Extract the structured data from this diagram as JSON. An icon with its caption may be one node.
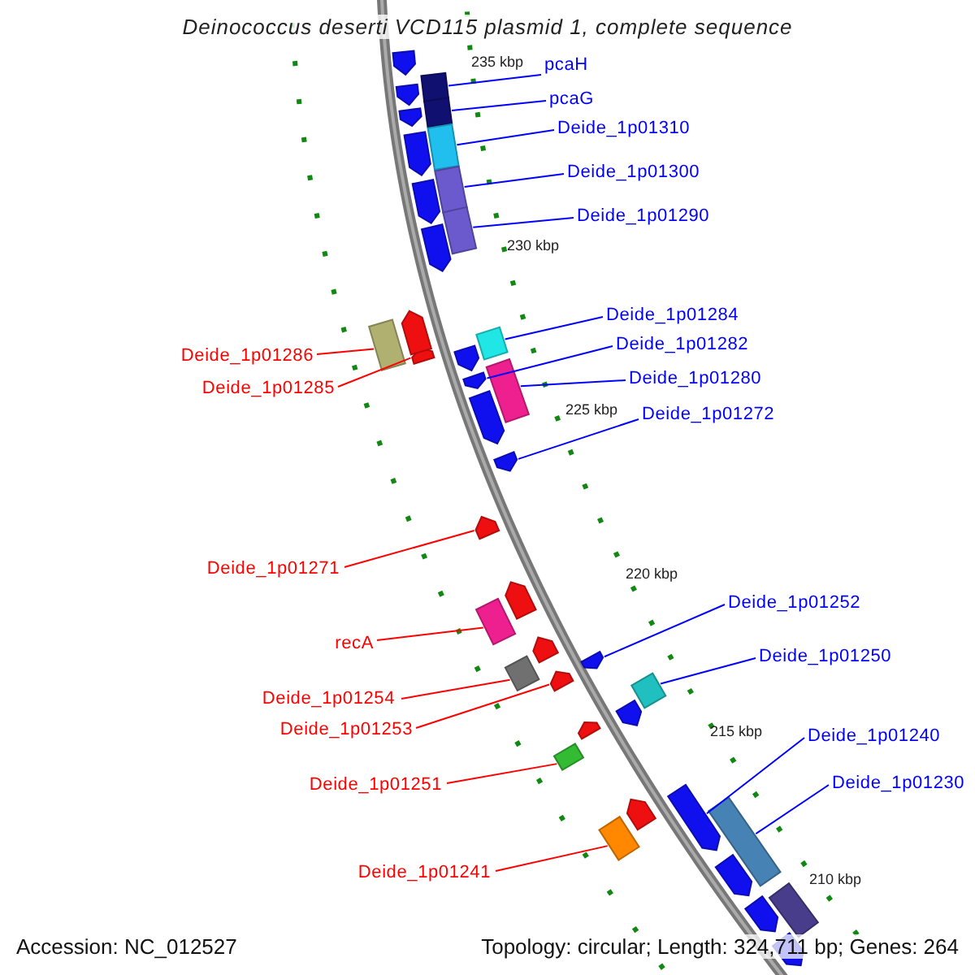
{
  "diagram": {
    "title": "Deinococcus deserti VCD115 plasmid 1, complete sequence",
    "nodes": [
      {
        "text": [
          "pcaH"
        ]
      },
      {
        "text": [
          "pcaG"
        ]
      },
      {
        "text": [
          "Deide_1p01310"
        ]
      },
      {
        "text": [
          "Deide_1p01300"
        ]
      },
      {
        "text": [
          "Deide_1p01290"
        ]
      },
      {
        "text": [
          "Deide_1p01284"
        ]
      },
      {
        "text": [
          "Deide_1p01282"
        ]
      },
      {
        "text": [
          "Deide_1p01286"
        ]
      },
      {
        "text": [
          "Deide_1p01280"
        ]
      },
      {
        "text": [
          "Deide_1p01285"
        ]
      },
      {
        "text": [
          "Deide_1p01272"
        ]
      },
      {
        "text": [
          "Deide_1p01271"
        ]
      },
      {
        "text": [
          "Deide_1p01252"
        ]
      },
      {
        "text": [
          "recA"
        ]
      },
      {
        "text": [
          "Deide_1p01250"
        ]
      },
      {
        "text": [
          "Deide_1p01254"
        ]
      },
      {
        "text": [
          "Deide_1p01253"
        ]
      },
      {
        "text": [
          "Deide_1p01240"
        ]
      },
      {
        "text": [
          "Deide_1p01251"
        ]
      },
      {
        "text": [
          "Deide_1p01230"
        ]
      },
      {
        "text": [
          "Deide_1p01241"
        ]
      },
      {
        "text": [],
        "shape": "box"
      },
      {
        "text": [],
        "shape": "box"
      },
      {
        "text": [],
        "shape": "box"
      },
      {
        "text": [],
        "shape": "box"
      },
      {
        "text": [],
        "shape": "box"
      },
      {
        "text": [],
        "shape": "box"
      },
      {
        "text": [],
        "shape": "bar"
      },
      {
        "text": [],
        "shape": "box"
      },
      {
        "text": [],
        "shape": "box"
      },
      {
        "text": [],
        "shape": "bar"
      },
      {
        "text": [],
        "shape": "bar"
      },
      {
        "text": [],
        "shape": "bar"
      },
      {
        "text": [],
        "shape": "bar"
      },
      {
        "text": [],
        "shape": "box"
      },
      {
        "text": [],
        "shape": "box"
      },
      {
        "text": [],
        "shape": "box"
      },
      {
        "text": [],
        "shape": "bar"
      },
      {
        "text": [],
        "shape": "bar"
      },
      {
        "text": [],
        "shape": "box"
      },
      {
        "text": [],
        "shape": "box"
      },
      {
        "text": [],
        "shape": "box"
      },
      {
        "text": [],
        "shape": "bar"
      },
      {
        "text": [],
        "shape": "bar"
      },
      {
        "text": [],
        "shape": "bar"
      },
      {
        "text": [],
        "shape": "bar"
      },
      {
        "text": [],
        "shape": "bar"
      },
      {
        "text": [],
        "shape": "bar"
      },
      {
        "text": [],
        "shape": "bar"
      },
      {
        "text": [],
        "shape": "bar"
      },
      {
        "text": [],
        "shape": "bar"
      },
      {
        "text": [],
        "shape": "bar"
      },
      {
        "text": [],
        "shape": "bar"
      },
      {
        "text": [],
        "shape": "bar"
      },
      {
        "text": [],
        "shape": "bar"
      },
      {
        "text": [],
        "shape": "bar"
      },
      {
        "text": [],
        "shape": "bar"
      },
      {
        "text": [],
        "shape": "bar"
      },
      {
        "text": [],
        "shape": "box"
      },
      {
        "text": [],
        "shape": "bar"
      }
    ],
    "edges": [
      {
        "from": 0,
        "to": 21,
        "arrow": "none"
      },
      {
        "from": 1,
        "to": 22,
        "arrow": "none"
      },
      {
        "from": 2,
        "to": 23,
        "arrow": "none"
      },
      {
        "from": 3,
        "to": 24,
        "arrow": "none"
      },
      {
        "from": 4,
        "to": 25,
        "arrow": "none"
      },
      {
        "from": 5,
        "to": 26,
        "arrow": "none"
      },
      {
        "from": 6,
        "to": 27,
        "arrow": "none"
      },
      {
        "from": 7,
        "to": 28,
        "arrow": "none",
        "color": "#ff0000"
      },
      {
        "from": 8,
        "to": 29,
        "arrow": "none"
      },
      {
        "from": 9,
        "to": 30,
        "arrow": "none",
        "color": "#ff0000"
      },
      {
        "from": 10,
        "to": 31,
        "arrow": "none"
      },
      {
        "from": 11,
        "to": 32,
        "arrow": "none",
        "color": "#ff0000"
      },
      {
        "from": 12,
        "to": 33,
        "arrow": "none"
      },
      {
        "from": 13,
        "to": 34,
        "arrow": "none",
        "color": "#ff0000"
      },
      {
        "from": 14,
        "to": 35,
        "arrow": "none"
      },
      {
        "from": 15,
        "to": 36,
        "arrow": "none",
        "color": "#ff0000"
      },
      {
        "from": 16,
        "to": 37,
        "arrow": "none",
        "color": "#ff0000"
      },
      {
        "from": 17,
        "to": 38,
        "arrow": "none"
      },
      {
        "from": 18,
        "to": 39,
        "arrow": "none",
        "color": "#ff0000"
      },
      {
        "from": 19,
        "to": 40,
        "arrow": "none"
      },
      {
        "from": 20,
        "to": 41,
        "arrow": "none",
        "color": "#ff0000"
      }
    ],
    "labels": [
      "235 kbp",
      "230 kbp",
      "225 kbp",
      "220 kbp",
      "215 kbp",
      "210 kbp",
      "Accession: NC_012527",
      "Topology: circular; Length: 324,711 bp; Genes: 264"
    ]
  }
}
